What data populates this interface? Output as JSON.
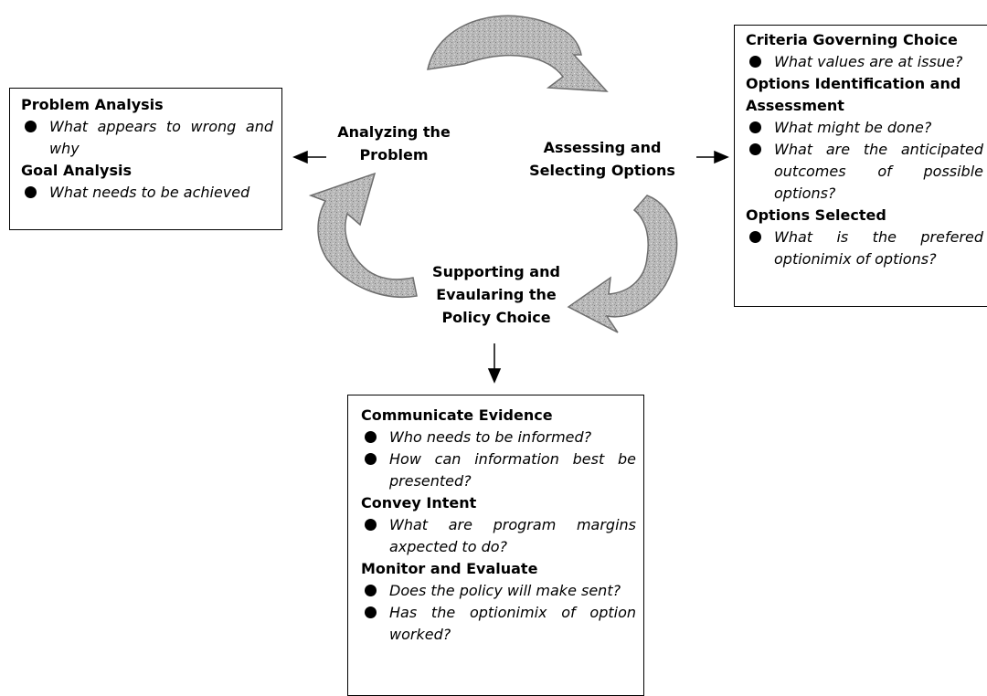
{
  "stages": {
    "analyzing": "Analyzing the Problem",
    "assessing": "Assessing and Selecting Options",
    "supporting": "Supporting and Evaularing the Policy Choice"
  },
  "left_box": {
    "heading1": "Problem Analysis",
    "item1": "What appears to wrong and why",
    "heading2": "Goal Analysis",
    "item2": "What needs to be achieved"
  },
  "right_box": {
    "heading1": "Criteria Governing Choice",
    "item1": "What values are at issue?",
    "heading2": "Options Identification and Assessment",
    "item2": "What might be done?",
    "item3": "What are the anticipated outcomes of possible options?",
    "heading3": "Options Selected",
    "item4": "What is the prefered optionimix of options?"
  },
  "bottom_box": {
    "heading1": "Communicate Evidence",
    "item1": "Who needs to be informed?",
    "item2": "How can information best be presented?",
    "heading2": "Convey Intent",
    "item3": "What are program margins axpected to do?",
    "heading3": "Monitor and Evaluate",
    "item4": "Does the policy will make sent?",
    "item5": "Has the optionimix of option worked?"
  },
  "colors": {
    "arrow_fill": "#b4b4b4",
    "arrow_stroke": "#6e6e6e",
    "line": "#000000"
  }
}
